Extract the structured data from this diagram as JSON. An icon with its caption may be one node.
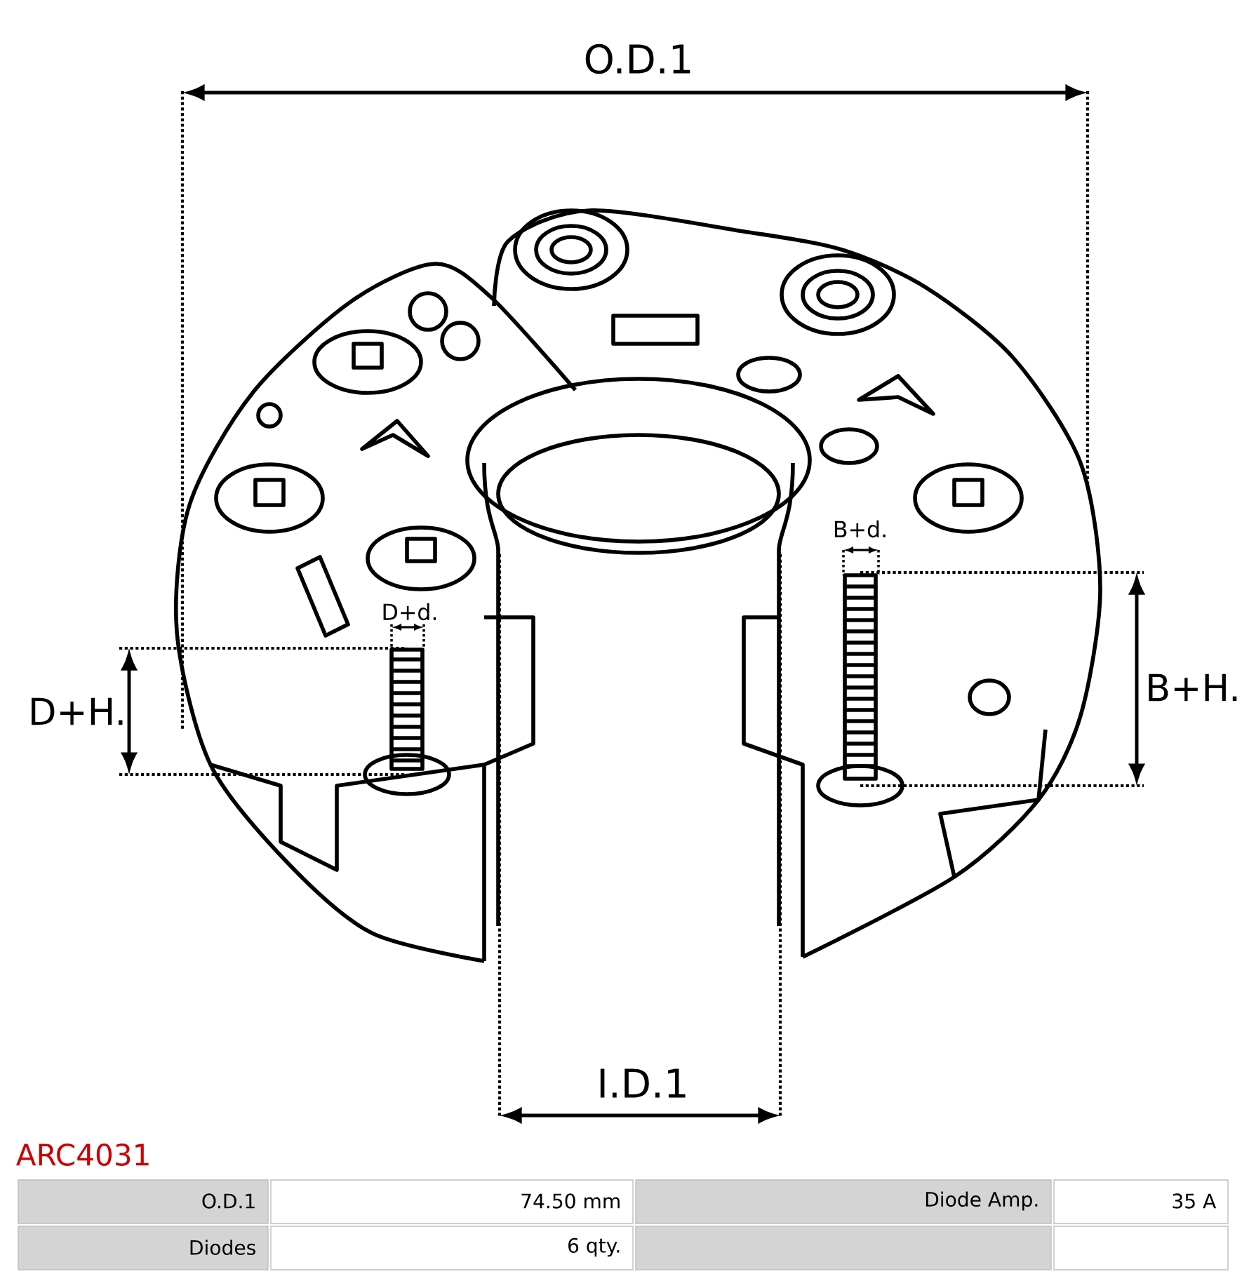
{
  "diagram": {
    "title": "ARC4031",
    "labels": [
      "O.D.1",
      "D+d.",
      "B+d.",
      "D+H.",
      "B+H.",
      "I.D.1",
      "O.D.1",
      "74.50 mm",
      "Diode Amp.",
      "35 A",
      "Diodes",
      "6 qty."
    ]
  }
}
